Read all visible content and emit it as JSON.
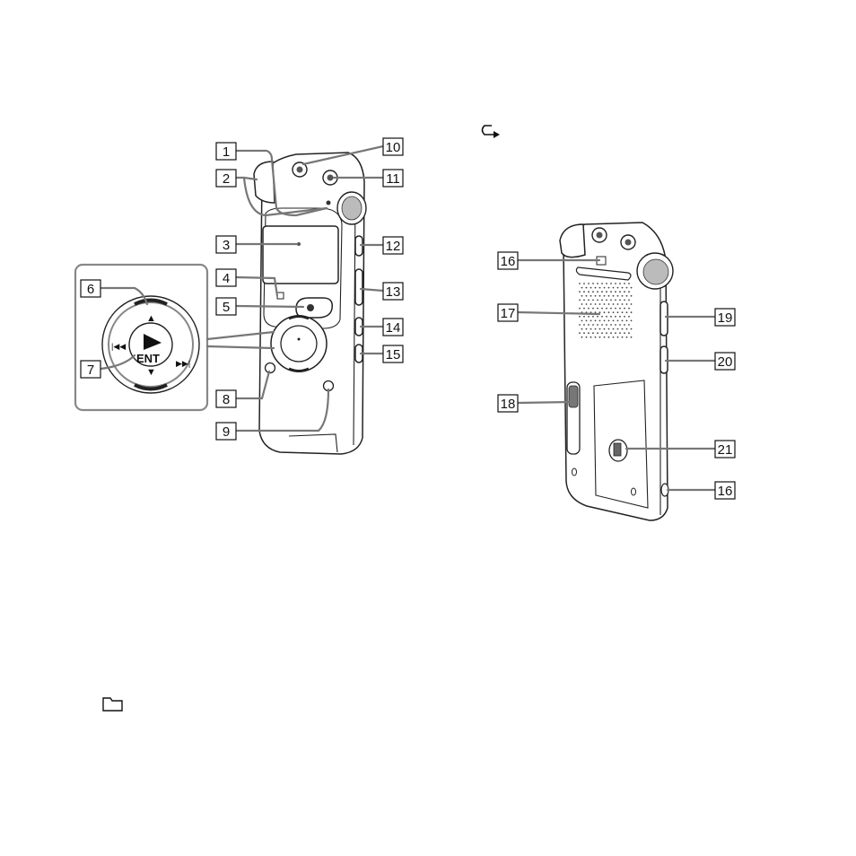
{
  "callouts": [
    {
      "id": "c1",
      "label": "1"
    },
    {
      "id": "c2",
      "label": "2"
    },
    {
      "id": "c3",
      "label": "3"
    },
    {
      "id": "c4",
      "label": "4"
    },
    {
      "id": "c5",
      "label": "5"
    },
    {
      "id": "c6",
      "label": "6"
    },
    {
      "id": "c7",
      "label": "7"
    },
    {
      "id": "c8",
      "label": "8"
    },
    {
      "id": "c9",
      "label": "9"
    },
    {
      "id": "c10",
      "label": "10"
    },
    {
      "id": "c11",
      "label": "11"
    },
    {
      "id": "c12",
      "label": "12"
    },
    {
      "id": "c13",
      "label": "13"
    },
    {
      "id": "c14",
      "label": "14"
    },
    {
      "id": "c15",
      "label": "15"
    },
    {
      "id": "c16a",
      "label": "16"
    },
    {
      "id": "c17",
      "label": "17"
    },
    {
      "id": "c18",
      "label": "18"
    },
    {
      "id": "c19",
      "label": "19"
    },
    {
      "id": "c20",
      "label": "20"
    },
    {
      "id": "c21",
      "label": "21"
    },
    {
      "id": "c16b",
      "label": "16"
    }
  ],
  "control_pad": {
    "enter_label": "ENT",
    "previous_symbol": "|◀◀",
    "next_symbol": "▶▶|",
    "up_symbol": "▲",
    "down_symbol": "▼"
  },
  "icons": [
    "return-arrow-icon",
    "folder-icon"
  ]
}
